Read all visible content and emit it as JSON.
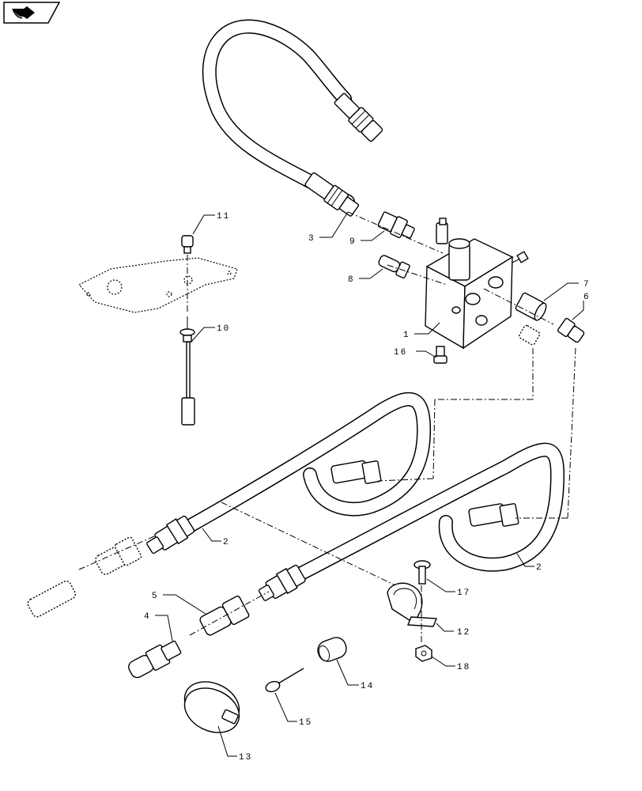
{
  "nav": {
    "icon": "forward-arrow-icon"
  },
  "diagram": {
    "callouts": [
      {
        "id": "c1",
        "label": "1"
      },
      {
        "id": "c2a",
        "label": "2"
      },
      {
        "id": "c2b",
        "label": "2"
      },
      {
        "id": "c3",
        "label": "3"
      },
      {
        "id": "c4",
        "label": "4"
      },
      {
        "id": "c5",
        "label": "5"
      },
      {
        "id": "c6",
        "label": "6"
      },
      {
        "id": "c7",
        "label": "7"
      },
      {
        "id": "c8",
        "label": "8"
      },
      {
        "id": "c9",
        "label": "9"
      },
      {
        "id": "c10",
        "label": "10"
      },
      {
        "id": "c11",
        "label": "11"
      },
      {
        "id": "c12",
        "label": "12"
      },
      {
        "id": "c13",
        "label": "13"
      },
      {
        "id": "c14",
        "label": "14"
      },
      {
        "id": "c15",
        "label": "15"
      },
      {
        "id": "c16",
        "label": "16"
      },
      {
        "id": "c17",
        "label": "17"
      },
      {
        "id": "c18",
        "label": "18"
      }
    ]
  }
}
